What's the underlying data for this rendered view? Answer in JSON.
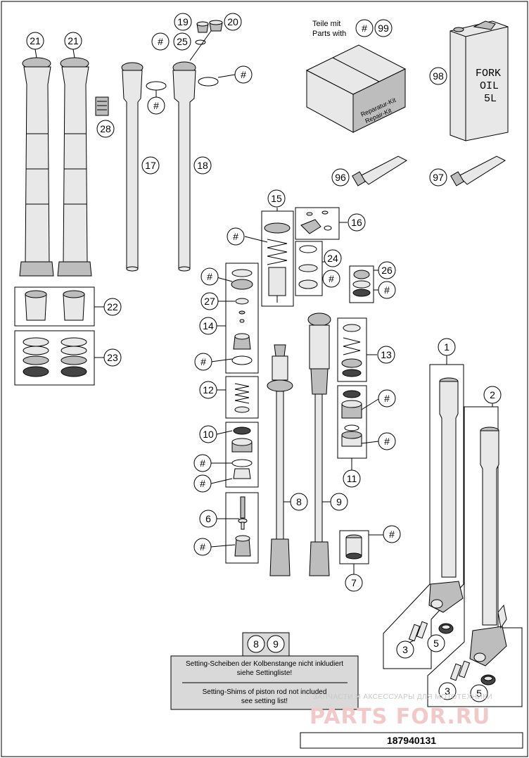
{
  "diagram": {
    "title_number": "187940131",
    "kit_note": {
      "line1": "Teile mit",
      "line2": "Parts with",
      "hash": "#",
      "kit_number": "99"
    },
    "kit_box": {
      "line1": "Reparatur-Kit",
      "line2": "Repair-Kit"
    },
    "oil_can": {
      "line1": "FORK",
      "line2": "OIL",
      "line3": "5L"
    },
    "setting_note": {
      "refs": [
        "8",
        "9"
      ],
      "de_line1": "Setting-Scheiben der Kolbenstange nicht inkludiert",
      "de_line2": "siehe Settingliste!",
      "en_line1": "Setting-Shims of piston rod not included",
      "en_line2": "see setting list!"
    },
    "watermark": {
      "small": "ЗАПЧАСТИ И АКСЕССУАРЫ ДЛЯ МОТОТЕХНИКИ",
      "big": "PARTS FOR.RU"
    },
    "callouts": {
      "c1": "1",
      "c2": "2",
      "c3a": "3",
      "c3b": "3",
      "c5a": "5",
      "c5b": "5",
      "c6": "6",
      "c7": "7",
      "c8": "8",
      "c9": "9",
      "c10": "10",
      "c11": "11",
      "c12": "12",
      "c13": "13",
      "c14": "14",
      "c15": "15",
      "c16": "16",
      "c17": "17",
      "c18": "18",
      "c19": "19",
      "c20": "20",
      "c21a": "21",
      "c21b": "21",
      "c22": "22",
      "c23": "23",
      "c24": "24",
      "c25": "25",
      "c26": "26",
      "c27": "27",
      "c28": "28",
      "c96": "96",
      "c97": "97",
      "c98": "98",
      "hash": "#"
    }
  }
}
